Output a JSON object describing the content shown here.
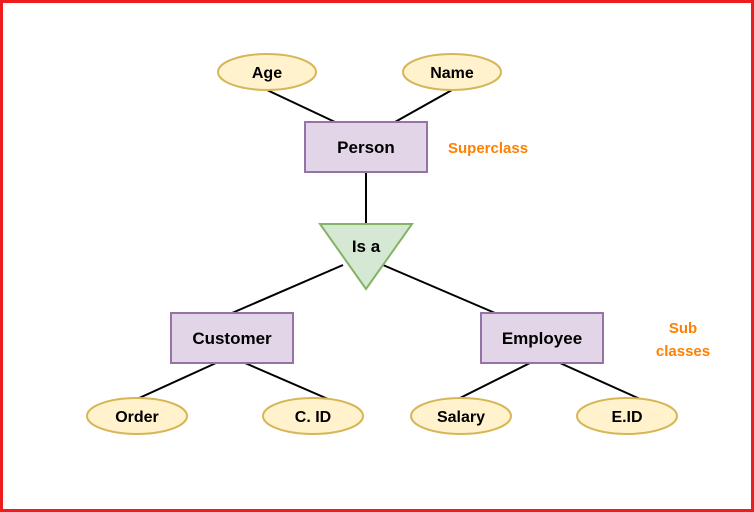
{
  "colors": {
    "frame": "#ee1c1c",
    "entity_fill": "#e1d5e7",
    "entity_stroke": "#9673a6",
    "attribute_fill": "#fff2cc",
    "attribute_stroke": "#d6b656",
    "isa_fill": "#d5e8d4",
    "isa_stroke": "#82b366",
    "note_text": "#ff8000",
    "line": "#000000"
  },
  "superclass": {
    "entity": "Person",
    "attributes": [
      "Age",
      "Name"
    ],
    "note": "Superclass"
  },
  "isa": {
    "label": "Is a"
  },
  "subclasses": [
    {
      "entity": "Customer",
      "attributes": [
        "Order",
        "C. ID"
      ]
    },
    {
      "entity": "Employee",
      "attributes": [
        "Salary",
        "E.ID"
      ]
    }
  ],
  "subclass_note": {
    "line1": "Sub",
    "line2": "classes"
  }
}
